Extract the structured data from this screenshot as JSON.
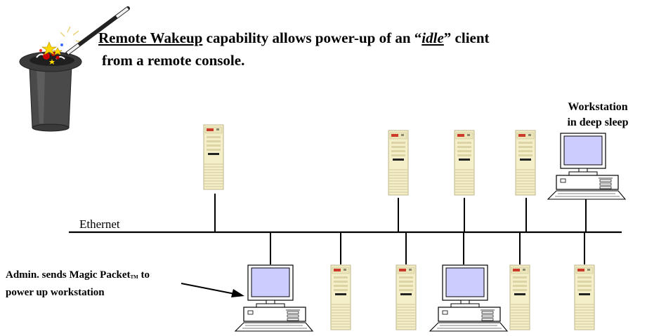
{
  "headline": {
    "feature": "Remote Wakeup",
    "text_a": " capability allows power-up of an “",
    "idle": "idle",
    "text_b": "” client",
    "line2": "from a  remote console."
  },
  "workstation_label": {
    "line1": "Workstation",
    "line2": "in  deep sleep"
  },
  "network_label": "Ethernet",
  "admin_label": {
    "part1": "Admin. sends Magic Packet",
    "tm": "TM",
    "part2": " to",
    "line2": "power up workstation"
  },
  "colors": {
    "tower_body": "#f4efc9",
    "tower_edge": "#bdb58a",
    "screen": "#ccccff",
    "hat": "#4a4a4a",
    "ethernet": "#000000"
  }
}
